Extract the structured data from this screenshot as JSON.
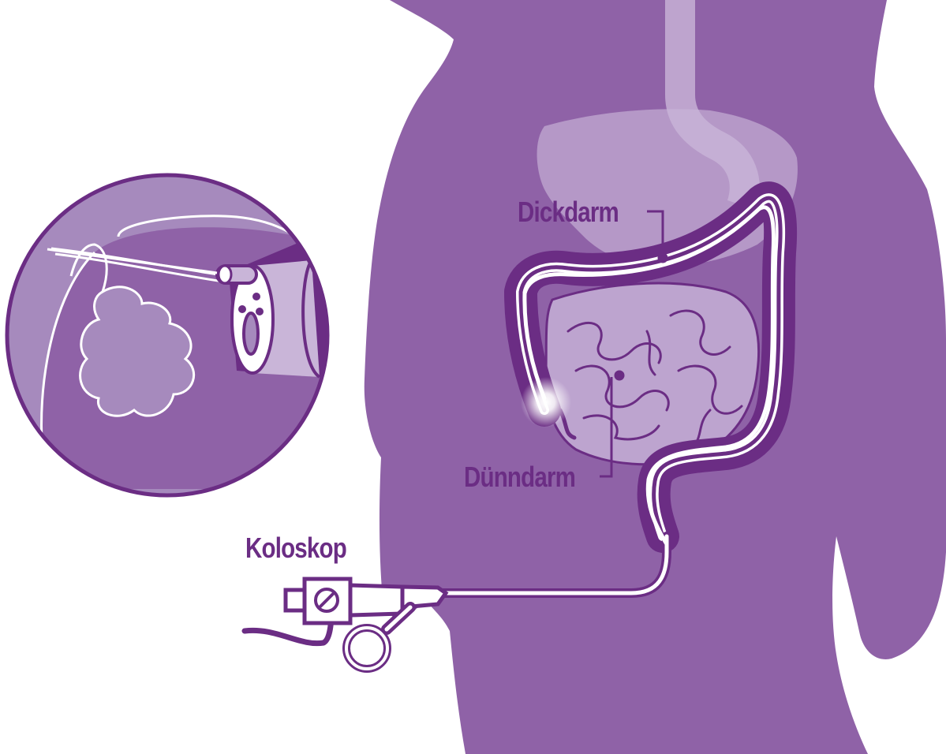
{
  "labels": {
    "large_intestine": "Dickdarm",
    "small_intestine": "Dünndarm",
    "colonoscope": "Koloskop"
  },
  "colors": {
    "body": "#8f62a7",
    "dark_purple": "#6b2d84",
    "light_overlay": "#c9b5d8",
    "magnifier_bg": "#a68abd",
    "white": "#ffffff"
  }
}
